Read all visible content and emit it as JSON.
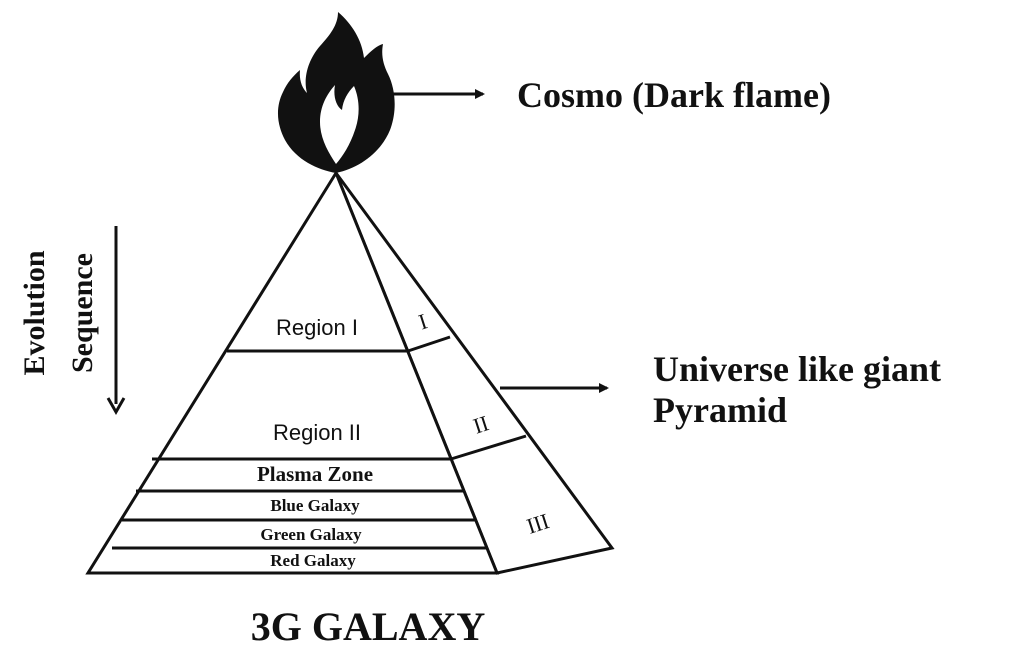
{
  "flame": {
    "label": "Cosmo (Dark flame)",
    "icon": "flame-icon",
    "color": "#111111"
  },
  "pyramid": {
    "label_line1": "Universe like giant",
    "label_line2": "Pyramid",
    "front_regions": {
      "region1": "Region I",
      "region2": "Region II",
      "plasma": "Plasma Zone",
      "blue": "Blue Galaxy",
      "green": "Green Galaxy",
      "red": "Red Galaxy"
    },
    "side_regions": {
      "one": "I",
      "two": "II",
      "three": "III"
    }
  },
  "evolution": {
    "word1": "Evolution",
    "word2": "Sequence",
    "arrow_icon": "arrow-down-icon"
  },
  "title": "3G GALAXY"
}
